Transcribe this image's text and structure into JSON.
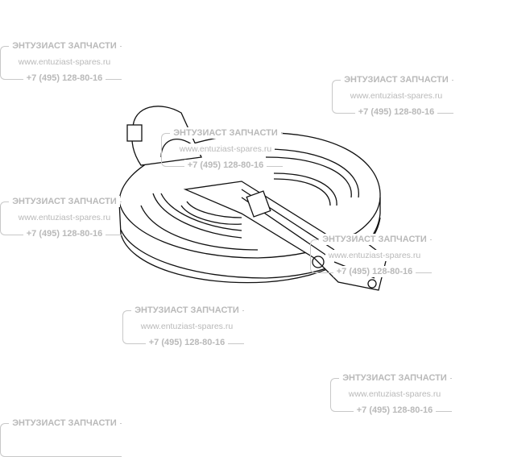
{
  "watermark": {
    "company": "ЭНТУЗИАСТ ЗАПЧАСТИ",
    "website": "www.entuziast-spares.ru",
    "phone": "+7 (495) 128-80-16"
  }
}
